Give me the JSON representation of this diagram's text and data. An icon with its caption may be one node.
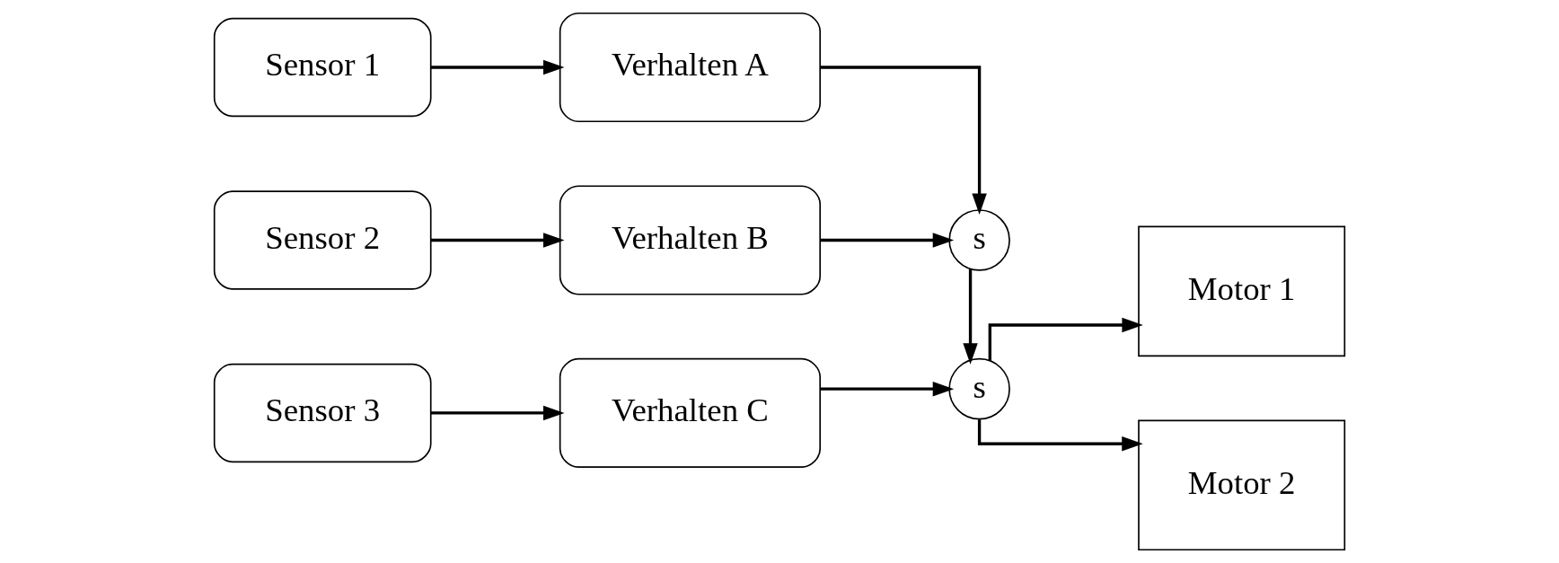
{
  "diagram": {
    "nodes": [
      {
        "text": [
          "Sensor 1"
        ]
      },
      {
        "text": [
          "Sensor 2"
        ]
      },
      {
        "text": [
          "Sensor 3"
        ]
      },
      {
        "text": [
          "Verhalten A"
        ]
      },
      {
        "text": [
          "Verhalten B"
        ]
      },
      {
        "text": [
          "Verhalten C"
        ]
      },
      {
        "text": [
          "s"
        ]
      },
      {
        "text": [
          "s"
        ]
      },
      {
        "text": [
          "Motor 1"
        ]
      },
      {
        "text": [
          "Motor 2"
        ]
      }
    ],
    "edges": [
      {
        "from": 0,
        "to": 3,
        "arrow": "to"
      },
      {
        "from": 1,
        "to": 4,
        "arrow": "to"
      },
      {
        "from": 2,
        "to": 5,
        "arrow": "to"
      },
      {
        "from": 3,
        "to": 6,
        "arrow": "to"
      },
      {
        "from": 4,
        "to": 6,
        "arrow": "to"
      },
      {
        "from": 6,
        "to": 7,
        "arrow": "to"
      },
      {
        "from": 5,
        "to": 7,
        "arrow": "to"
      },
      {
        "from": 7,
        "to": 8,
        "arrow": "to"
      },
      {
        "from": 7,
        "to": 9,
        "arrow": "to"
      }
    ]
  }
}
